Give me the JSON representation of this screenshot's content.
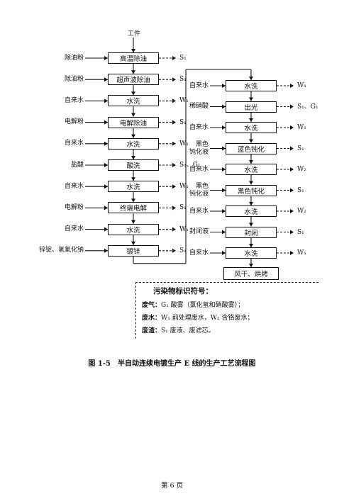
{
  "start_label": "工件",
  "left_steps": [
    {
      "input": "除油粉",
      "box": "高温除油",
      "output": "S₁"
    },
    {
      "input": "除油粉",
      "box": "超声波除油",
      "output": "S₁"
    },
    {
      "input": "自来水",
      "box": "水洗",
      "output": "W₁"
    },
    {
      "input": "电解粉",
      "box": "电解除油",
      "output": "S₁"
    },
    {
      "input": "自来水",
      "box": "水洗",
      "output": "W₁"
    },
    {
      "input": "盐酸",
      "box": "酸洗",
      "output": "S₁、G₁"
    },
    {
      "input": "自来水",
      "box": "水洗",
      "output": "W₁"
    },
    {
      "input": "电解粉",
      "box": "终端电解",
      "output": "S₁"
    },
    {
      "input": "自来水",
      "box": "水洗",
      "output": "W₁"
    },
    {
      "input": "锌锭、氢氧化钠",
      "box": "镀锌",
      "output": "S₁"
    }
  ],
  "right_steps": [
    {
      "input": "自来水",
      "box": "水洗",
      "output": "W₁"
    },
    {
      "input": "稀硝酸",
      "box": "出光",
      "output": "S₁、G₁"
    },
    {
      "input": "自来水",
      "box": "水洗",
      "output": "W₁"
    },
    {
      "input": "黑色\n钝化液",
      "box": "蓝色钝化",
      "output": "S₁"
    },
    {
      "input": "自来水",
      "box": "水洗",
      "output": "W₂"
    },
    {
      "input": "黑色\n钝化液",
      "box": "黑色钝化",
      "output": "S₁"
    },
    {
      "input": "自来水",
      "box": "水洗",
      "output": "W₂"
    },
    {
      "input": "封闭液",
      "box": "封闭",
      "output": "S₁"
    },
    {
      "input": "自来水",
      "box": "水洗",
      "output": "W₁"
    }
  ],
  "end_box": "风干、烘烤",
  "legend": {
    "title": "污染物标识符号：",
    "gas_label": "废气：",
    "gas_text": "G₁ 酸雾（氯化氢和硝酸雾）；",
    "water_label": "废水：",
    "water_text": "W₁ 前处理废水，W₂ 含铬废水；",
    "waste_label": "废渣：",
    "waste_text": "S₁ 废液、废滤芯。"
  },
  "caption": "图 1-5　半自动连续电镀生产 E 线的生产工艺流程图",
  "page_number": "第 6 页"
}
